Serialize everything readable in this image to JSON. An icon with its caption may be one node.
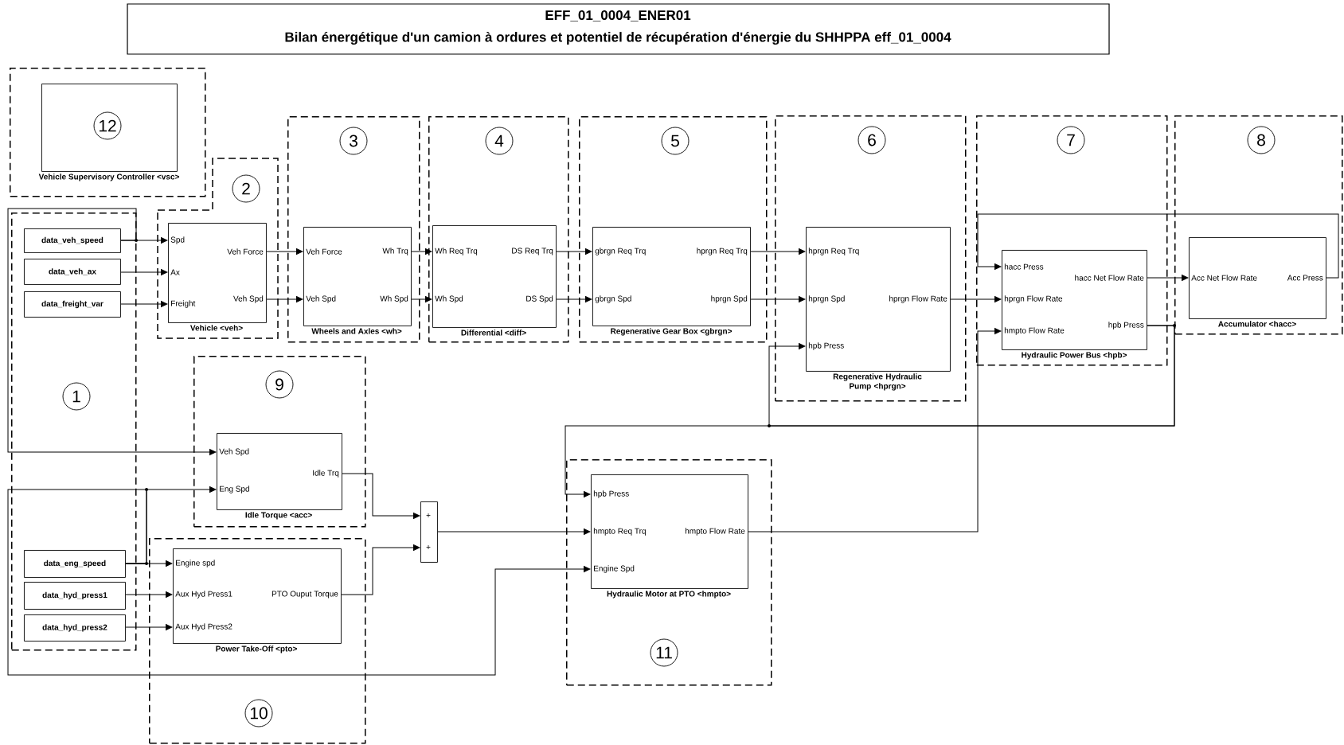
{
  "diagram": {
    "title": "EFF_01_0004_ENER01",
    "labels": [
      "Bilan énergétique d'un camion à ordures et potentiel de récupération d'énergie du SHHPPA eff_01_0004"
    ],
    "nodes": [
      {
        "text": [],
        "shape": "box"
      },
      {
        "text": [
          "Vehicle Supervisory Controller <vsc>"
        ],
        "in": 0
      },
      {
        "text": [
          "12"
        ],
        "in": 1
      },
      {
        "text": [],
        "shape": "box"
      },
      {
        "text": [
          "2"
        ],
        "in": 3
      },
      {
        "text": [
          "Spd",
          "Veh Force",
          "Ax",
          "Veh Spd",
          "Freight",
          "Vehicle <veh>"
        ],
        "in": 3
      },
      {
        "text": [],
        "shape": "box"
      },
      {
        "text": [
          "data_veh_speed"
        ],
        "in": 6
      },
      {
        "text": [
          "data_veh_ax"
        ],
        "in": 6
      },
      {
        "text": [
          "data_freight_var"
        ],
        "in": 6
      },
      {
        "text": [
          "1"
        ],
        "in": 6
      },
      {
        "text": [
          "data_eng_speed"
        ],
        "in": 6
      },
      {
        "text": [
          "data_hyd_press1"
        ],
        "in": 6
      },
      {
        "text": [
          "data_hyd_press2"
        ],
        "in": 6
      },
      {
        "text": [],
        "shape": "box"
      },
      {
        "text": [
          "3"
        ],
        "in": 14
      },
      {
        "text": [
          "Veh Force",
          "Wh Trq",
          "Veh Spd",
          "Wh Spd",
          "Wheels and Axles <wh>"
        ],
        "in": 14
      },
      {
        "text": [],
        "shape": "box"
      },
      {
        "text": [
          "4"
        ],
        "in": 17
      },
      {
        "text": [
          "Wh Req Trq",
          "DS Req Trq",
          "Wh Spd",
          "DS Spd",
          "Differential <diff>"
        ],
        "in": 17
      },
      {
        "text": [],
        "shape": "box"
      },
      {
        "text": [
          "5"
        ],
        "in": 20
      },
      {
        "text": [
          "gbrgn Req Trq",
          "hprgn Req Trq",
          "gbrgn Spd",
          "hprgn Spd",
          "Regenerative Gear Box <gbrgn>"
        ],
        "in": 20
      },
      {
        "text": [],
        "shape": "box"
      },
      {
        "text": [
          "6"
        ],
        "in": 23
      },
      {
        "text": [
          "hprgn Req Trq",
          "hprgn Spd",
          "hprgn Flow Rate",
          "hpb Press",
          "Regenerative Hydraulic Pump <hprgn>"
        ],
        "in": 23
      },
      {
        "text": [],
        "shape": "box"
      },
      {
        "text": [
          "7"
        ],
        "in": 26
      },
      {
        "text": [
          "hacc Press",
          "hacc Net Flow Rate",
          "hprgn Flow Rate",
          "hpb Press",
          "hmpto Flow Rate",
          "Hydraulic Power Bus <hpb>"
        ],
        "in": 26
      },
      {
        "text": [],
        "shape": "box"
      },
      {
        "text": [
          "8"
        ],
        "in": 29
      },
      {
        "text": [
          "Acc Net Flow Rate",
          "Acc Press",
          "Accumulator <hacc>"
        ],
        "in": 29
      },
      {
        "text": [],
        "shape": "box"
      },
      {
        "text": [
          "9"
        ],
        "in": 32
      },
      {
        "text": [
          "Veh Spd",
          "Idle Trq",
          "Eng Spd",
          "Idle Torque <acc>"
        ],
        "in": 32
      },
      {
        "text": [],
        "shape": "box"
      },
      {
        "text": [
          "10"
        ],
        "in": 35
      },
      {
        "text": [
          "Engine spd",
          "Aux Hyd Press1",
          "PTO Ouput Torque",
          "Aux Hyd Press2",
          "Power Take-Off <pto>"
        ],
        "in": 35
      },
      {
        "text": [
          "+",
          "+"
        ]
      },
      {
        "text": [],
        "shape": "box"
      },
      {
        "text": [
          "11"
        ],
        "in": 39
      },
      {
        "text": [
          "hpb Press",
          "hmpto Req Trq",
          "hmpto Flow Rate",
          "Engine Spd",
          "Hydraulic Motor at PTO <hmpto>"
        ],
        "in": 39
      }
    ],
    "edges": [
      {
        "from": 7,
        "to": 5,
        "arrow": "to"
      },
      {
        "from": 8,
        "to": 5,
        "arrow": "to"
      },
      {
        "from": 9,
        "to": 5,
        "arrow": "to"
      },
      {
        "from": 7,
        "to": 34,
        "arrow": "to"
      },
      {
        "from": 5,
        "to": 16,
        "arrow": "to"
      },
      {
        "from": 5,
        "to": 16,
        "arrow": "to"
      },
      {
        "from": 16,
        "to": 19,
        "arrow": "to"
      },
      {
        "from": 16,
        "to": 19,
        "arrow": "to"
      },
      {
        "from": 19,
        "to": 22,
        "arrow": "to"
      },
      {
        "from": 19,
        "to": 22,
        "arrow": "to"
      },
      {
        "from": 22,
        "to": 25,
        "arrow": "to"
      },
      {
        "from": 22,
        "to": 25,
        "arrow": "to"
      },
      {
        "from": 25,
        "to": 28,
        "arrow": "to"
      },
      {
        "from": 28,
        "to": 31,
        "arrow": "to"
      },
      {
        "from": 31,
        "to": 28,
        "arrow": "to"
      },
      {
        "from": 28,
        "to": 25,
        "arrow": "to"
      },
      {
        "from": 28,
        "to": 41,
        "arrow": "to"
      },
      {
        "from": 41,
        "to": 28,
        "arrow": "to"
      },
      {
        "from": 34,
        "to": 38,
        "arrow": "to"
      },
      {
        "from": 37,
        "to": 38,
        "arrow": "to"
      },
      {
        "from": 38,
        "to": 41,
        "arrow": "to"
      },
      {
        "from": 11,
        "to": 37,
        "arrow": "to"
      },
      {
        "from": 11,
        "to": 34,
        "arrow": "to"
      },
      {
        "from": 11,
        "to": 41,
        "arrow": "to"
      },
      {
        "from": 12,
        "to": 37,
        "arrow": "to"
      },
      {
        "from": 13,
        "to": 37,
        "arrow": "to"
      }
    ]
  }
}
